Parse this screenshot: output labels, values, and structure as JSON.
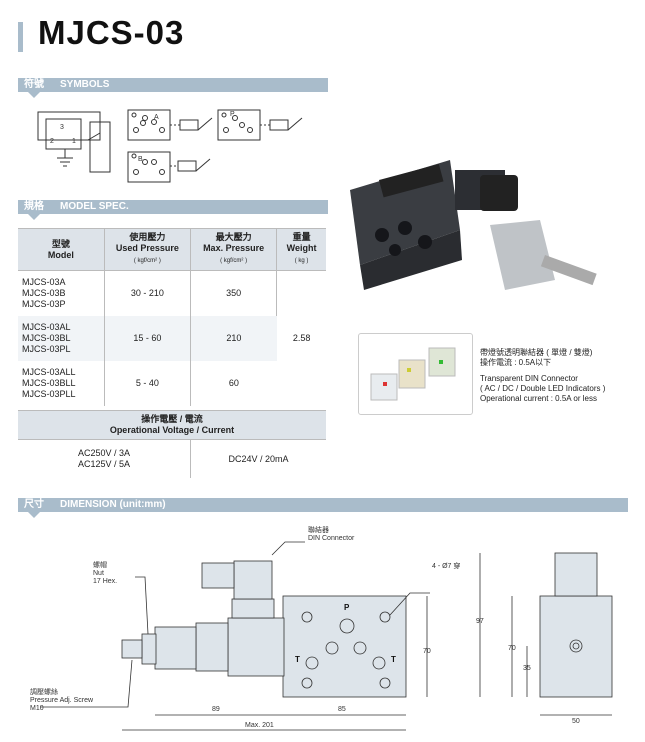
{
  "title": "MJCS-03",
  "sections": {
    "symbols": {
      "zh": "符號",
      "en": "SYMBOLS"
    },
    "spec": {
      "zh": "規格",
      "en": "MODEL SPEC."
    },
    "dimension": {
      "zh": "尺寸",
      "en": "DIMENSION (unit:mm)"
    }
  },
  "symbols": {
    "terminals": [
      "3",
      "2",
      "1"
    ],
    "ports": [
      "A",
      "P",
      "B"
    ]
  },
  "spec_table": {
    "headers": [
      {
        "zh": "型號",
        "en": "Model",
        "unit": ""
      },
      {
        "zh": "使用壓力",
        "en": "Used Pressure",
        "unit": "( kgf/cm² )"
      },
      {
        "zh": "最大壓力",
        "en": "Max. Pressure",
        "unit": "( kgf/cm² )"
      },
      {
        "zh": "重量",
        "en": "Weight",
        "unit": "( kg )"
      }
    ],
    "rows": [
      {
        "models": [
          "MJCS-03A",
          "MJCS-03B",
          "MJCS-03P"
        ],
        "used": "30 - 210",
        "max": "350"
      },
      {
        "models": [
          "MJCS-03AL",
          "MJCS-03BL",
          "MJCS-03PL"
        ],
        "used": "15 - 60",
        "max": "210"
      },
      {
        "models": [
          "MJCS-03ALL",
          "MJCS-03BLL",
          "MJCS-03PLL"
        ],
        "used": "5 - 40",
        "max": "60"
      }
    ],
    "weight": "2.58"
  },
  "voltage_table": {
    "header_zh": "操作電壓 / 電流",
    "header_en": "Operational Voltage / Current",
    "ac": [
      "AC250V / 3A",
      "AC125V / 5A"
    ],
    "dc": "DC24V / 20mA"
  },
  "connector": {
    "zh1": "帶燈號透明聯結器 ( 單燈 / 雙燈)",
    "zh2": "操作電流 : 0.5A以下",
    "en1": "Transparent DIN Connector",
    "en2": "( AC / DC / Double LED Indicators )",
    "en3": "Operational current : 0.5A or less"
  },
  "dimension": {
    "din_zh": "聯結器",
    "din_en": "DIN Connector",
    "nut_zh": "螺帽",
    "nut_en": "Nut",
    "nut_size": "17 Hex.",
    "screw_zh": "調壓螺絲",
    "screw_en": "Pressure Adj. Screw",
    "screw_size": "M10",
    "holes": "4 - Ø7 穿",
    "port_p": "P",
    "port_t": "T",
    "d89": "89",
    "d85": "85",
    "dmax": "Max. 201",
    "d70": "70",
    "d97": "97",
    "d70b": "70",
    "d35": "35",
    "d50": "50"
  }
}
